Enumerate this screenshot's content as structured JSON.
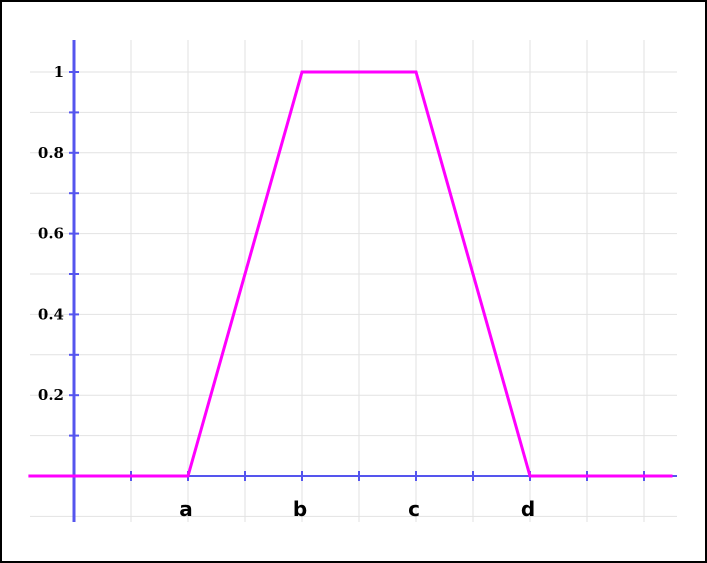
{
  "chart_data": {
    "type": "line",
    "title": "",
    "xlabel": "",
    "ylabel": "",
    "grid": true,
    "xlim": [
      -1,
      10.5
    ],
    "ylim": [
      -0.12,
      1.1
    ],
    "x_ticks": [
      {
        "value": 2,
        "label": "a"
      },
      {
        "value": 4,
        "label": "b"
      },
      {
        "value": 6,
        "label": "c"
      },
      {
        "value": 8,
        "label": "d"
      }
    ],
    "y_ticks": [
      {
        "value": 0.2,
        "label": "0.2"
      },
      {
        "value": 0.4,
        "label": "0.4"
      },
      {
        "value": 0.6,
        "label": "0.6"
      },
      {
        "value": 0.8,
        "label": "0.8"
      },
      {
        "value": 1,
        "label": "1"
      }
    ],
    "series": [
      {
        "x": [
          -0.8,
          2,
          4,
          6,
          8,
          10.5
        ],
        "y": [
          0,
          0,
          1,
          1,
          0,
          0
        ]
      }
    ],
    "colors": {
      "series": "#ff00ff",
      "axes": "#5555ee",
      "grid": "#e2e2e2",
      "frame": "#000000"
    }
  }
}
